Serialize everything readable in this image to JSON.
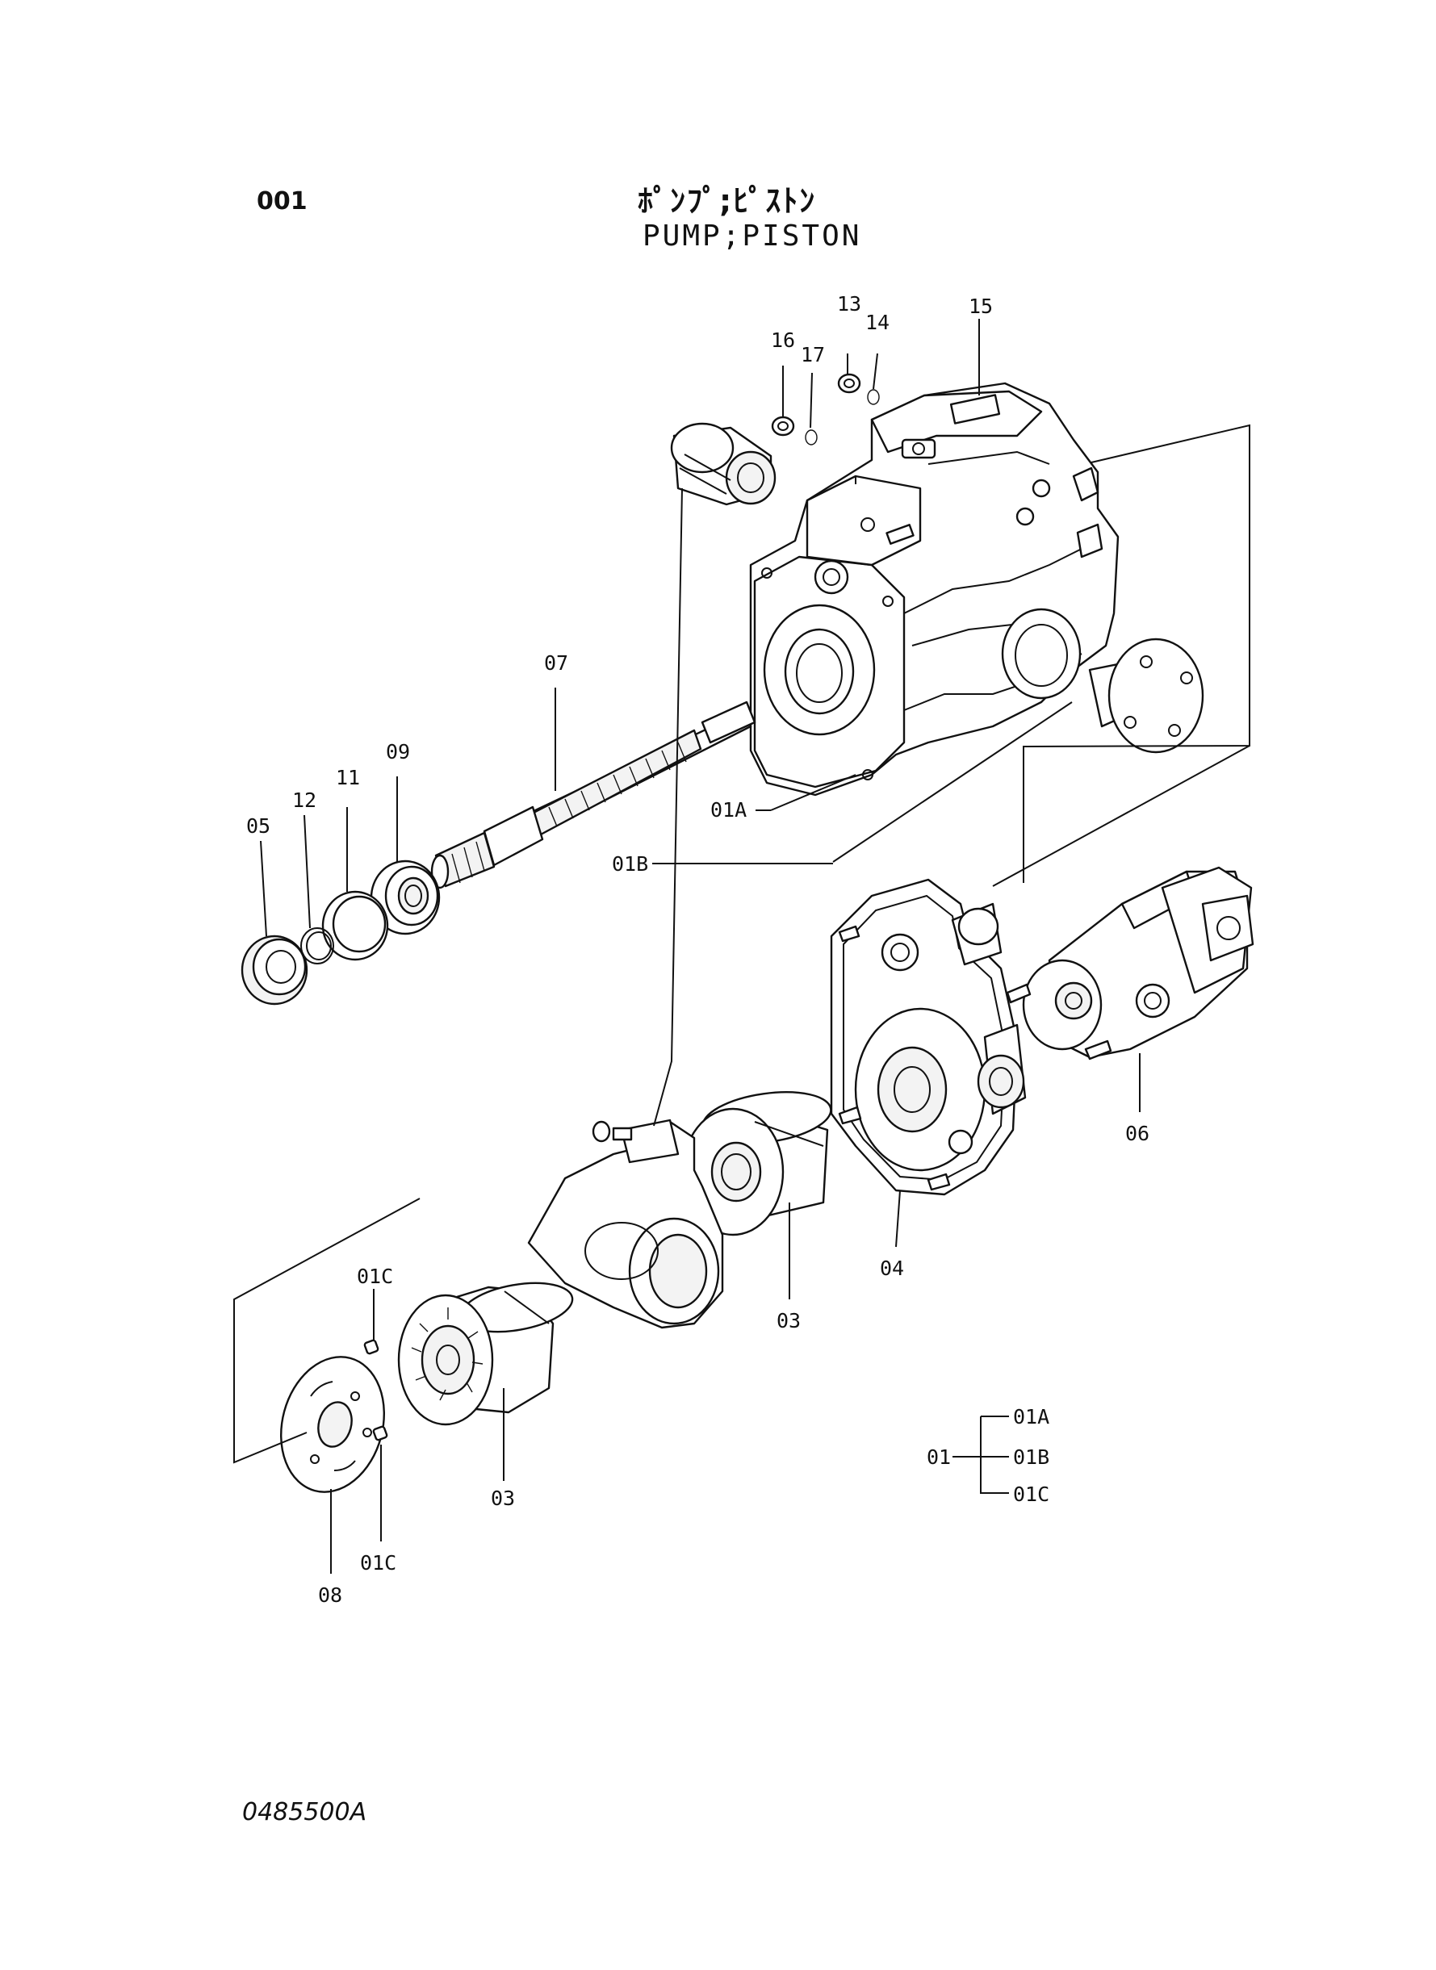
{
  "header": {
    "sheet_number": "001",
    "title_jp": "ﾎﾟﾝﾌﾟ;ﾋﾟｽﾄﾝ",
    "title_en": "PUMP;PISTON"
  },
  "footer": {
    "drawing_number": "0485500A"
  },
  "callouts": {
    "c13": "13",
    "c14": "14",
    "c15": "15",
    "c16": "16",
    "c17": "17",
    "c07": "07",
    "c09": "09",
    "c11": "11",
    "c12": "12",
    "c05": "05",
    "c01A": "01A",
    "c01B": "01B",
    "c06": "06",
    "c04": "04",
    "c03_upper": "03",
    "c03_lower": "03",
    "c01C_upper": "01C",
    "c01C_lower": "01C",
    "c08": "08"
  },
  "assembly_legend": {
    "parent": "01",
    "children": [
      "01A",
      "01B",
      "01C"
    ]
  },
  "colors": {
    "ink": "#111111",
    "paper": "#ffffff"
  }
}
